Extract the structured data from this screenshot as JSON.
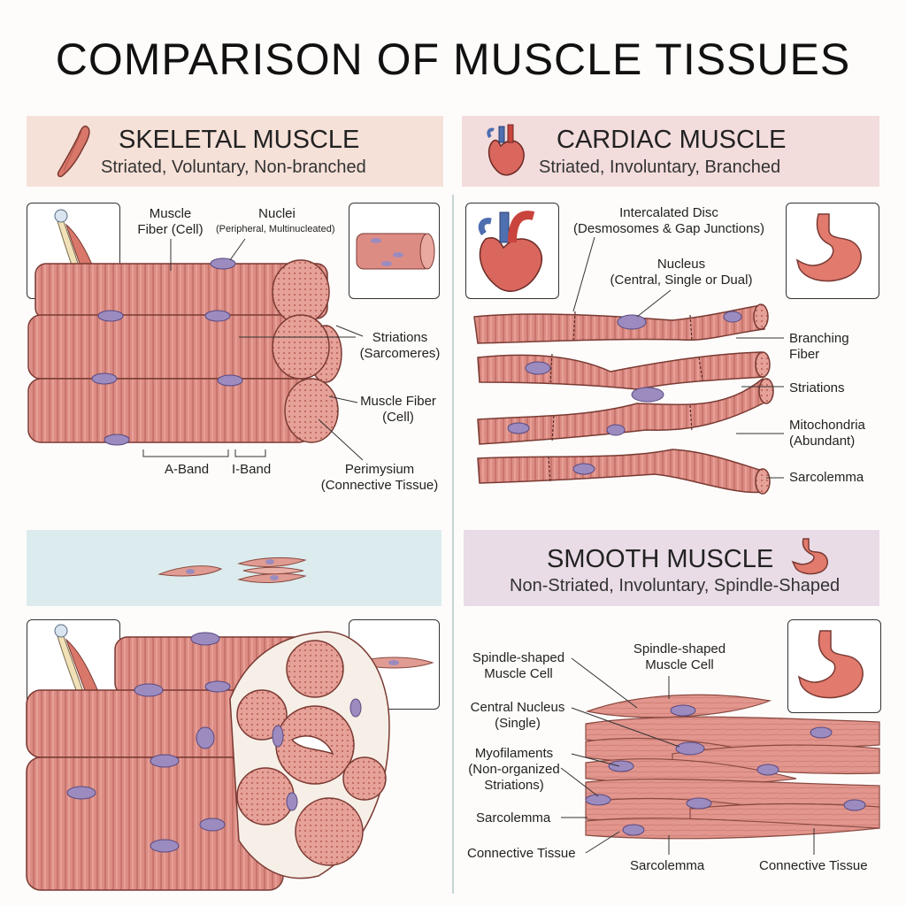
{
  "title": "COMPARISON OF MUSCLE TISSUES",
  "colors": {
    "skeletal_banner": "#f6e1d8",
    "cardiac_banner": "#f3dcdc",
    "smooth_banner": "#e9dce6",
    "extra_banner": "#dcecee",
    "muscle": "#dd8c84",
    "nucleus": "#9b8bbf"
  },
  "skeletal": {
    "name": "SKELETAL MUSCLE",
    "traits": "Striated, Voluntary, Non-branched",
    "labels": {
      "muscle_fiber_cell": "Muscle\nFiber (Cell)",
      "nuclei": "Nuclei",
      "nuclei_note": "(Peripheral, Multinucleated)",
      "striations": "Striations\n(Sarcomeres)",
      "muscle_fiber": "Muscle Fiber\n(Cell)",
      "a_band": "A-Band",
      "i_band": "I-Band",
      "perimysium": "Perimysium\n(Connective Tissue)"
    }
  },
  "cardiac": {
    "name": "CARDIAC MUSCLE",
    "traits": "Striated, Involuntary, Branched",
    "labels": {
      "intercalated_disc": "Intercalated Disc\n(Desmosomes & Gap Junctions)",
      "nucleus": "Nucleus\n(Central, Single or Dual)",
      "branching_fiber": "Branching\nFiber",
      "striations": "Striations",
      "mitochondria": "Mitochondria\n(Abundant)",
      "sarcolemma": "Sarcolemma"
    }
  },
  "smooth": {
    "name": "SMOOTH MUSCLE",
    "traits": "Non-Striated, Involuntary, Spindle-Shaped",
    "labels": {
      "spindle_cell_left": "Spindle-shaped\nMuscle Cell",
      "spindle_cell_top": "Spindle-shaped\nMuscle Cell",
      "central_nucleus": "Central Nucleus\n(Single)",
      "myofilaments": "Myofilaments\n(Non-organized\nStriations)",
      "sarcolemma_left": "Sarcolemma",
      "connective_left": "Connective Tissue",
      "sarcolemma_bottom": "Sarcolemma",
      "connective_bottom": "Connective Tissue"
    }
  }
}
